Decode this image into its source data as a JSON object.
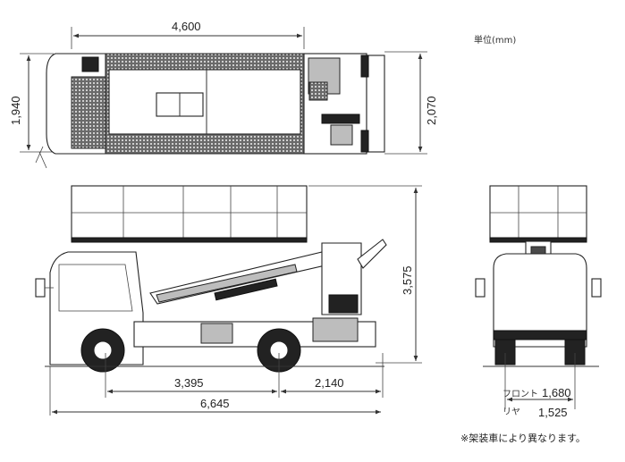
{
  "unit_label": "単位(mm)",
  "top_view": {
    "length": "4,600",
    "width_cab": "1,940",
    "width_total": "2,070"
  },
  "side_view": {
    "height": "3,575",
    "wheelbase": "3,395",
    "rear_overhang": "2,140",
    "overall_length": "6,645"
  },
  "rear_view": {
    "front_label": "フロント",
    "front_value": "1,680",
    "rear_label": "リヤ",
    "rear_value": "1,525"
  },
  "footnote": "※架装車により異なります。"
}
